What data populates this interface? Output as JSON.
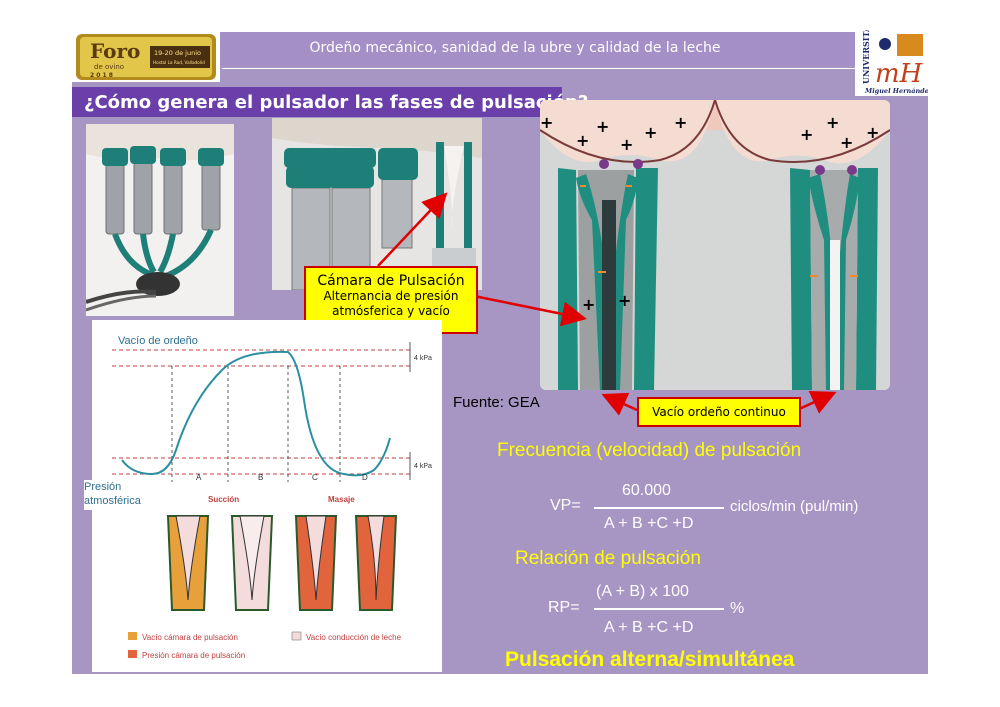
{
  "header": {
    "subtitle": "Ordeño mecánico, sanidad de la ubre y calidad de la leche",
    "title": "¿Cómo genera el pulsador las fases de pulsación?"
  },
  "logos": {
    "foro": {
      "line1": "Foro",
      "line2": "de ovino",
      "year": "2 0 1 8",
      "date": "19-20 de junio",
      "place": "Hostal La Rad, Valladolid"
    },
    "university": {
      "name": "UNIVERSITAS",
      "subname": "Miguel Hernández",
      "monogram": "mH"
    }
  },
  "callouts": {
    "camara_title": "Cámara de Pulsación",
    "camara_sub1": "Alternancia de presión",
    "camara_sub2": "atmósferica y vacío",
    "vacio_continuo": "Vacío ordeño continuo",
    "source": "Fuente: GEA"
  },
  "graph": {
    "vacuum_label": "Vacío de ordeño",
    "atm_label1": "Presión",
    "atm_label2": "atmosférica",
    "kpa_top": "4 kPa",
    "kpa_bottom": "4 kPa",
    "phases": [
      "A",
      "B",
      "C",
      "D"
    ],
    "phase_succion": "Succión",
    "phase_masaje": "Masaje",
    "legend": {
      "vac_camara": "Vacío cámara de pulsación",
      "vac_leche": "Vacío conducción de leche",
      "pres_camara": "Presión cámara de pulsación"
    },
    "colors": {
      "curve": "#2a8fa0",
      "vacuum": "#e8a13a",
      "pressure": "#e2643c",
      "milk": "#f4dcdc"
    }
  },
  "formulas": {
    "freq_title": "Frecuencia (velocidad) de pulsación",
    "vp_label": "VP=",
    "vp_num": "60.000",
    "vp_den": "A + B +C +D",
    "vp_unit": "ciclos/min (pul/min)",
    "rel_title": "Relación de pulsación",
    "rp_label": "RP=",
    "rp_num": "(A + B) x 100",
    "rp_den": "A + B +C +D",
    "rp_unit": "%",
    "alt": "Pulsación alterna/simultánea"
  }
}
